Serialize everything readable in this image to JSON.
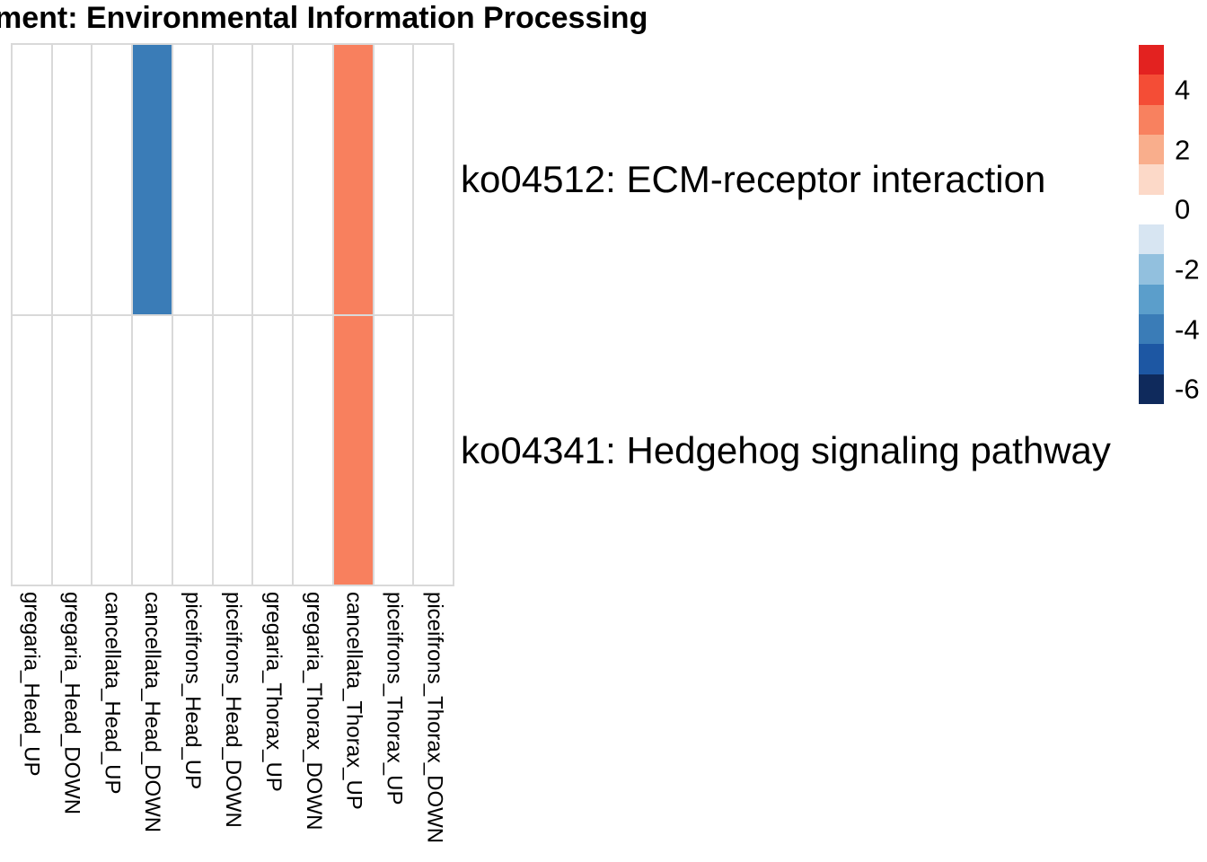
{
  "title": "ment: Environmental Information Processing",
  "colors": {
    "background": "#ffffff",
    "grid_line": "#d9d9d9",
    "text": "#000000",
    "cell_positive": "#f8805e",
    "cell_negative": "#3a7cb7"
  },
  "chart_data": {
    "type": "heatmap",
    "title": "ment: Environmental Information Processing",
    "columns": [
      "gregaria_Head_UP",
      "gregaria_Head_DOWN",
      "cancellata_Head_UP",
      "cancellata_Head_DOWN",
      "piceifrons_Head_UP",
      "piceifrons_Head_DOWN",
      "gregaria_Thorax_UP",
      "gregaria_Thorax_DOWN",
      "cancellata_Thorax_UP",
      "piceifrons_Thorax_UP",
      "piceifrons_Thorax_DOWN"
    ],
    "rows": [
      "ko04512: ECM-receptor interaction",
      "ko04341: Hedgehog signaling pathway"
    ],
    "values": [
      [
        null,
        null,
        null,
        -4,
        null,
        null,
        null,
        null,
        3,
        null,
        null
      ],
      [
        null,
        null,
        null,
        null,
        null,
        null,
        null,
        null,
        3,
        null,
        null
      ]
    ],
    "empty_color": "#ffffff",
    "value_colors": {
      "3": "#f8805e",
      "-4": "#3a7cb7"
    },
    "grid_on": true,
    "legend": {
      "position": "right",
      "orientation": "vertical",
      "range": [
        -6,
        5
      ],
      "segments": [
        {
          "value": 5,
          "color": "#e32220"
        },
        {
          "value": 4,
          "color": "#f44d36"
        },
        {
          "value": 3,
          "color": "#f8815f"
        },
        {
          "value": 2,
          "color": "#f9ae8c"
        },
        {
          "value": 1,
          "color": "#fcd9c8"
        },
        {
          "value": 0,
          "color": "#ffffff"
        },
        {
          "value": -1,
          "color": "#d7e5f2"
        },
        {
          "value": -2,
          "color": "#92c0de"
        },
        {
          "value": -3,
          "color": "#5b9ecb"
        },
        {
          "value": -4,
          "color": "#3a7cb7"
        },
        {
          "value": -5,
          "color": "#1d57a3"
        },
        {
          "value": -6,
          "color": "#0f2a5c"
        }
      ],
      "tick_labels": [
        "4",
        "2",
        "0",
        "-2",
        "-4",
        "-6"
      ]
    }
  }
}
